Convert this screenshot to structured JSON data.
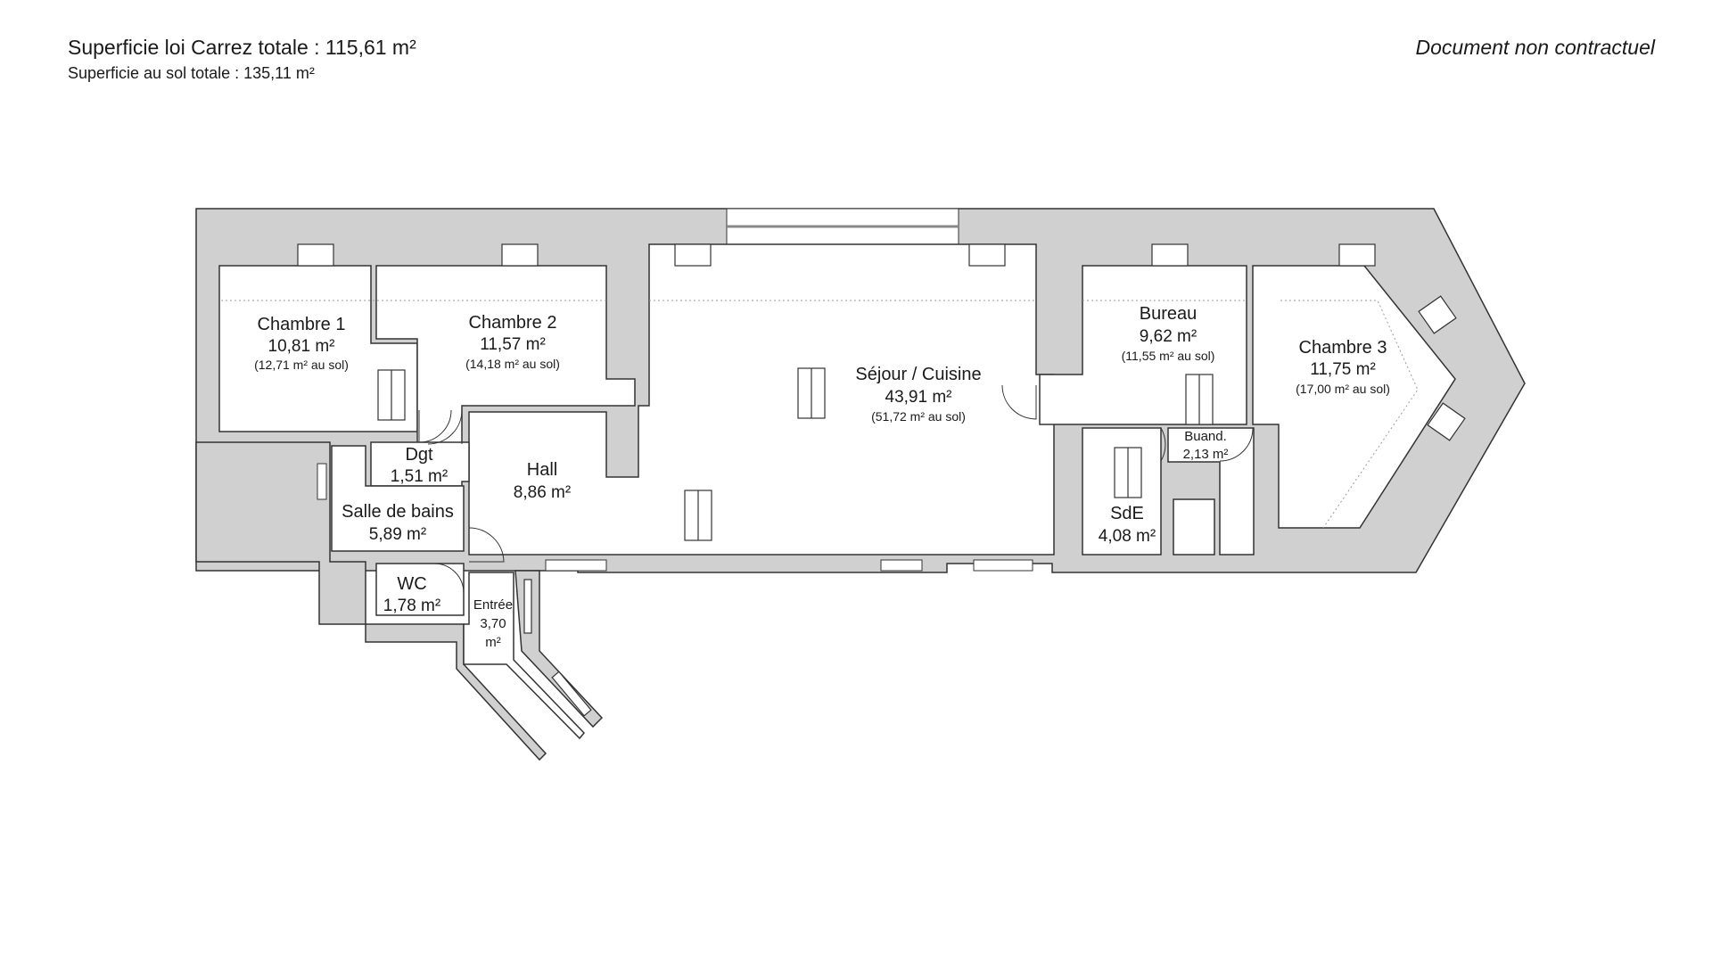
{
  "header": {
    "carrez_total": "Superficie loi Carrez totale :  115,61 m²",
    "floor_total": "Superficie au sol totale :  135,11 m²",
    "disclaimer": "Document non contractuel"
  },
  "rooms": {
    "chambre1": {
      "name": "Chambre 1",
      "area": "10,81 m²",
      "floor_area": "(12,71 m² au sol)"
    },
    "chambre2": {
      "name": "Chambre 2",
      "area": "11,57 m²",
      "floor_area": "(14,18 m² au sol)"
    },
    "sejour": {
      "name": "Séjour / Cuisine",
      "area": "43,91 m²",
      "floor_area": "(51,72 m² au sol)"
    },
    "bureau": {
      "name": "Bureau",
      "area": "9,62 m²",
      "floor_area": "(11,55 m² au sol)"
    },
    "chambre3": {
      "name": "Chambre 3",
      "area": "11,75 m²",
      "floor_area": "(17,00 m² au sol)"
    },
    "dgt": {
      "name": "Dgt",
      "area": "1,51 m²"
    },
    "hall": {
      "name": "Hall",
      "area": "8,86 m²"
    },
    "sdb": {
      "name": "Salle de bains",
      "area": "5,89 m²"
    },
    "wc": {
      "name": "WC",
      "area": "1,78 m²"
    },
    "entree": {
      "name": "Entrée",
      "area_num": "3,70",
      "area_unit": "m²"
    },
    "sde": {
      "name": "SdE",
      "area": "4,08 m²"
    },
    "buand": {
      "name": "Buand.",
      "area": "2,13 m²"
    }
  },
  "colors": {
    "wall": "#d0d0d0",
    "outline": "#333333",
    "room": "#ffffff"
  }
}
